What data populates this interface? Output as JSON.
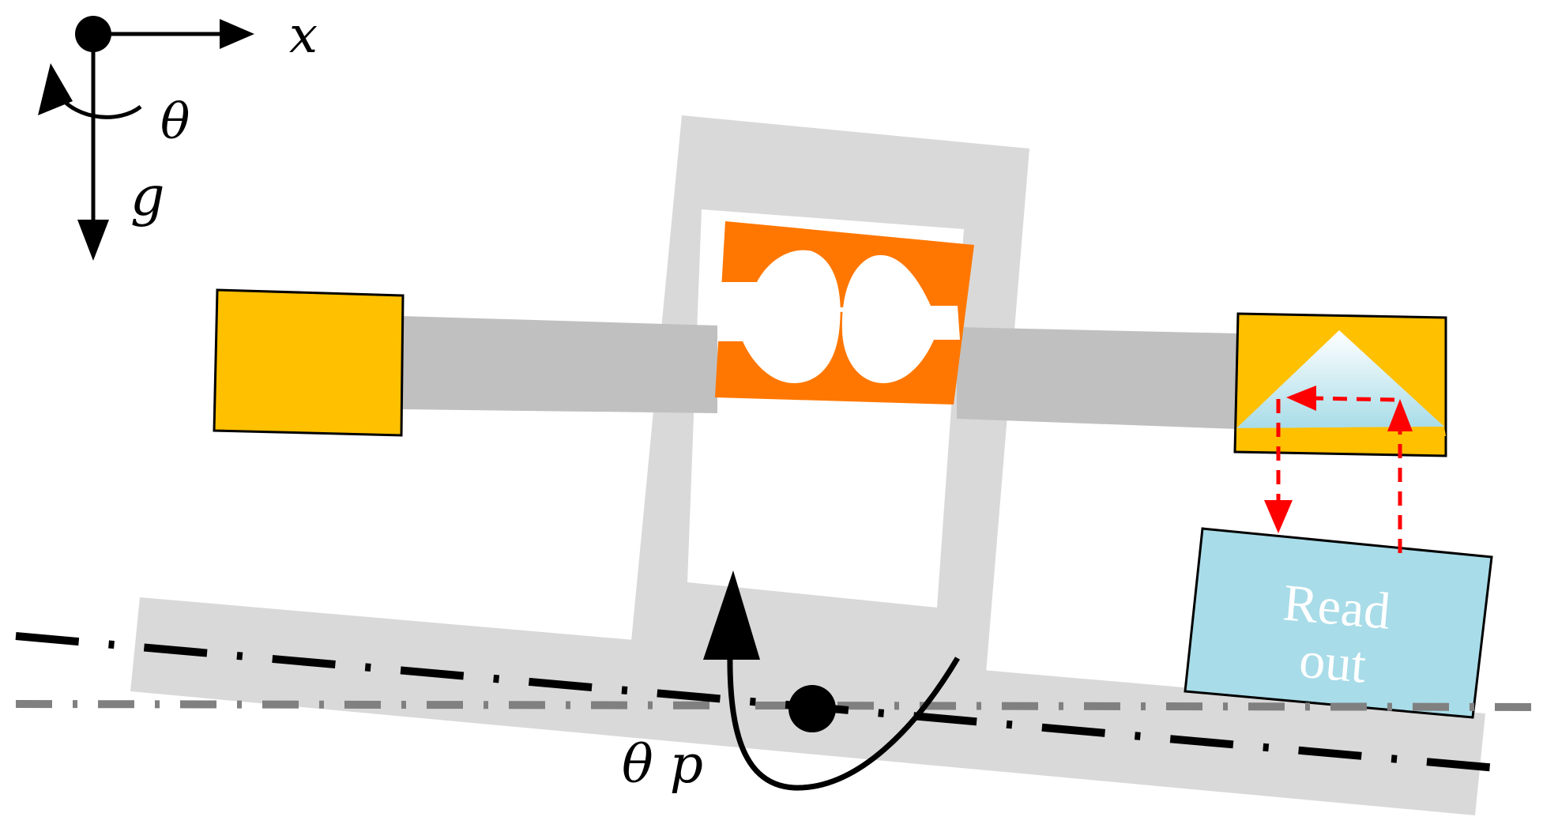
{
  "labels": {
    "x_axis": "x",
    "rotation_axis": "θ",
    "gravity": "g",
    "pitch_angle": "θ p",
    "readout_line1": "Read",
    "readout_line2": "out"
  },
  "colors": {
    "frame_gray": "#d9d9d9",
    "beam_gray": "#c0c0c0",
    "mass_yellow": "#ffc000",
    "sensor_orange": "#ff7700",
    "readout_blue": "#a8dce8",
    "prism_blue": "#c8ecf2",
    "signal_red": "#ff0000",
    "axis_black": "#000000",
    "baseline_gray": "#808080"
  },
  "icons": {
    "origin_marker": "filled-circle",
    "pivot_marker": "filled-circle",
    "arrow_heads": "solid-triangle"
  }
}
